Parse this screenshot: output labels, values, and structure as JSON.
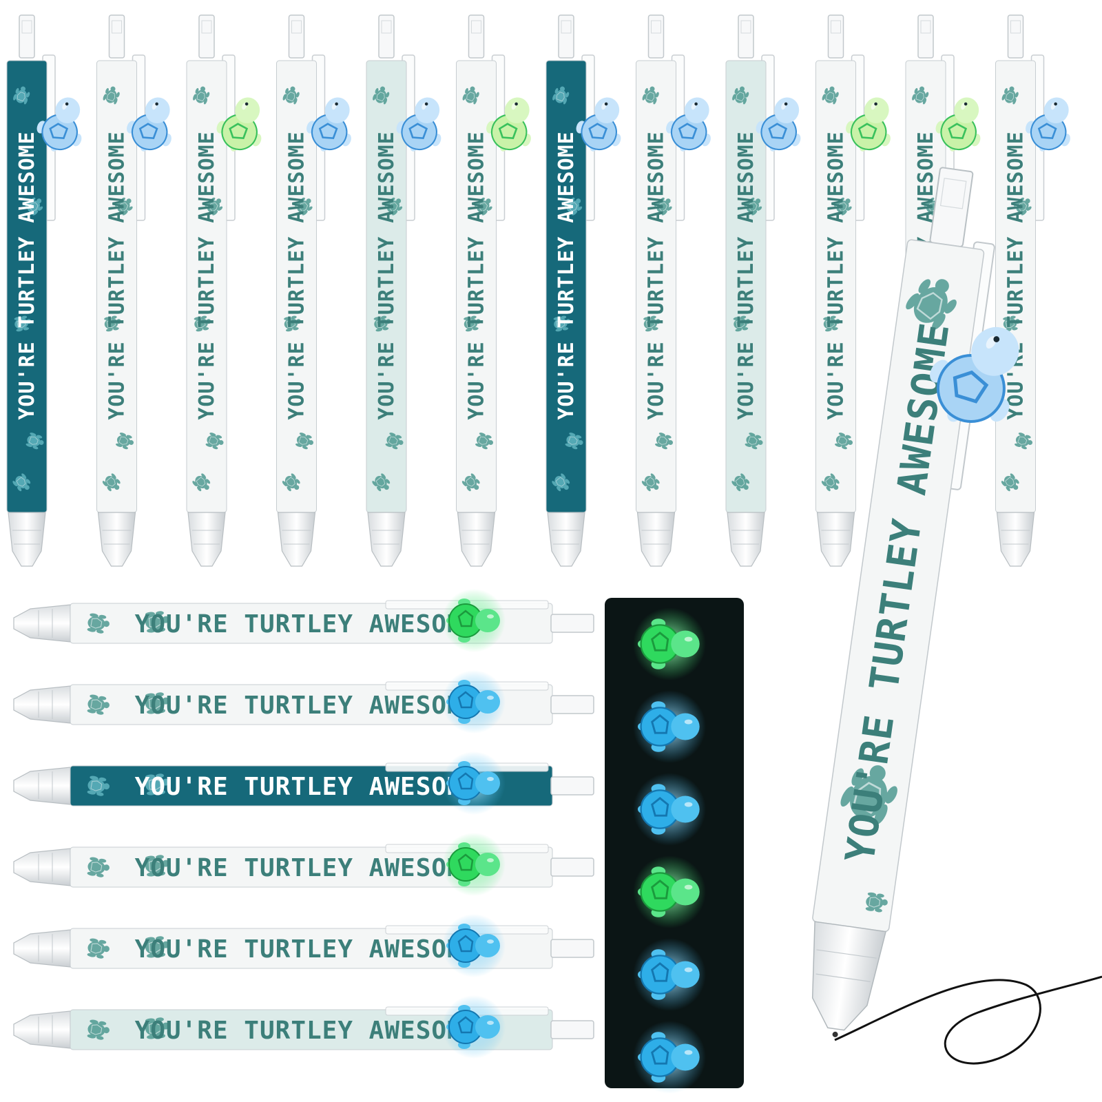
{
  "product": {
    "slogan": "YOU'RE TURTLEY AWESOME"
  },
  "colors": {
    "teal_dark": "#16697a",
    "teal_text": "#3c7f7a",
    "barrel_white": "#f4f6f6",
    "barrel_mist": "#dcebe9",
    "turtle_art": "#4f9a92",
    "glow_green": "#35e36a",
    "glow_blue": "#3fb9f0",
    "charm_blue": "#a9d4f5",
    "charm_green": "#c9f2a8",
    "glow_panel": "#0b1515",
    "ink_line": "#111111"
  },
  "vertical_pens": {
    "styles": [
      "teal",
      "white",
      "white",
      "white",
      "mist",
      "white",
      "teal",
      "white",
      "mist",
      "white",
      "white",
      "white"
    ],
    "charms": [
      "blue",
      "blue",
      "green",
      "blue",
      "blue",
      "green",
      "blue",
      "blue",
      "blue",
      "green",
      "green",
      "blue"
    ]
  },
  "horizontal_pens": {
    "styles": [
      "white",
      "white",
      "teal",
      "white",
      "white",
      "mist"
    ],
    "glow": [
      "green",
      "blue",
      "blue",
      "green",
      "blue",
      "blue"
    ]
  },
  "glow_panel": {
    "turtles": [
      "green",
      "blue",
      "blue",
      "green",
      "blue",
      "blue"
    ]
  }
}
